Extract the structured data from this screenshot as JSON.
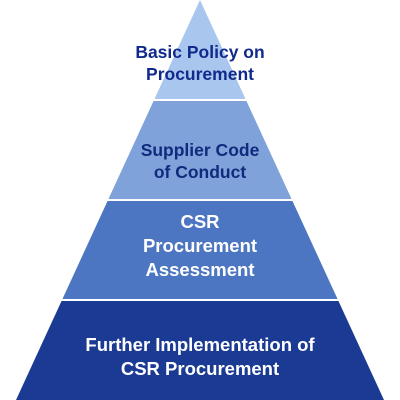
{
  "pyramid": {
    "tiers": [
      {
        "lines": [
          "Basic Policy on",
          "Procurement"
        ],
        "fill": "#a9c6ee",
        "text_color": "#0f2a8c"
      },
      {
        "lines": [
          "Supplier Code",
          "of Conduct"
        ],
        "fill": "#7ea2d9",
        "text_color": "#102a7e"
      },
      {
        "lines": [
          "CSR",
          "Procurement",
          "Assessment"
        ],
        "fill": "#4d76c2",
        "text_color": "#ffffff"
      },
      {
        "lines": [
          "Further Implementation of",
          "CSR Procurement"
        ],
        "fill": "#1b3a93",
        "text_color": "#ffffff"
      }
    ],
    "divider_color": "#ffffff"
  }
}
